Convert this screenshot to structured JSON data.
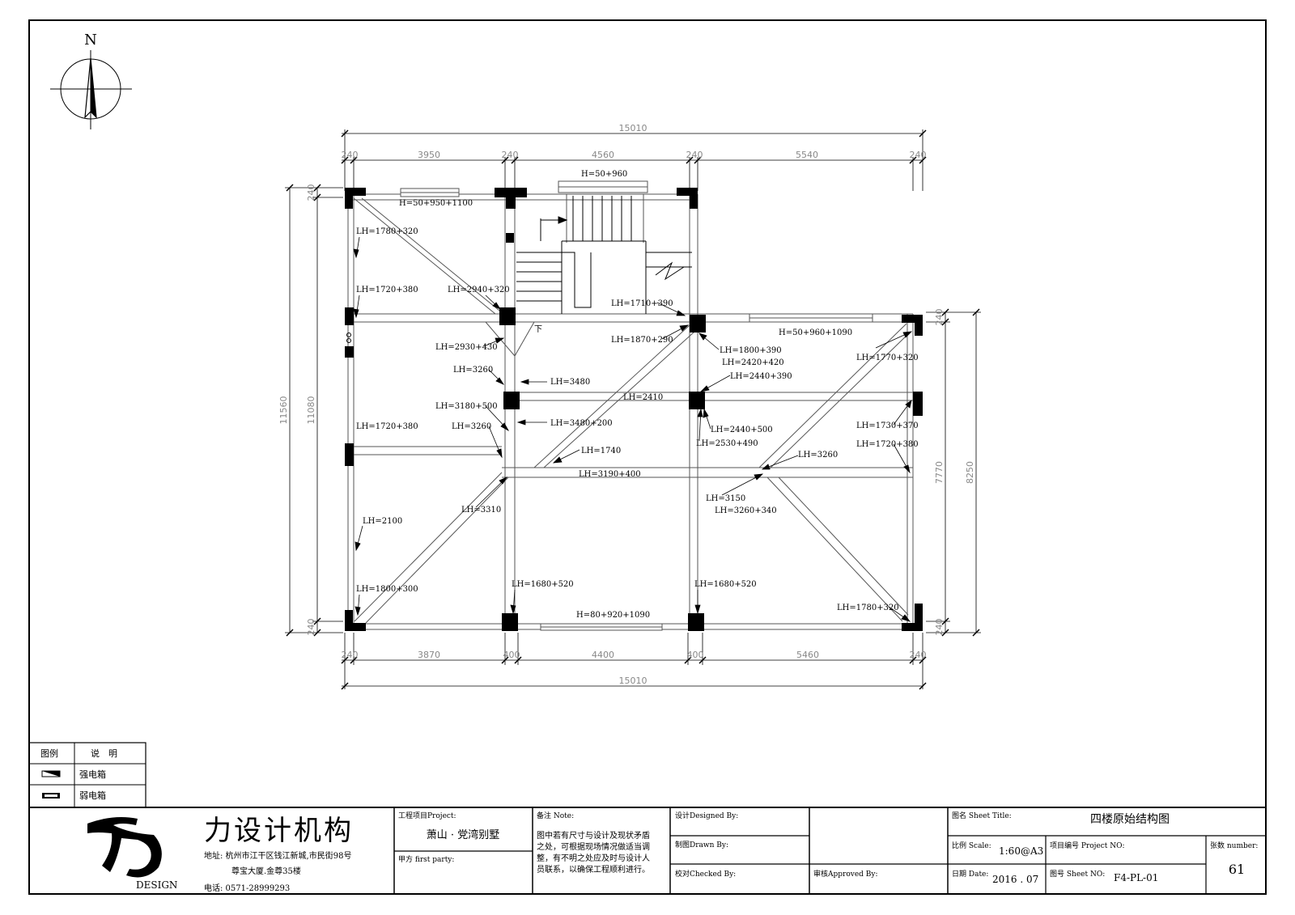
{
  "north": "N",
  "dims": {
    "top_total": "15010",
    "top_segments": [
      "240",
      "3950",
      "240",
      "4560",
      "240",
      "5540",
      "240"
    ],
    "bottom_total": "15010",
    "bottom_segments": [
      "240",
      "3870",
      "400",
      "4400",
      "400",
      "5460",
      "240"
    ],
    "left_outer": "11560",
    "left_inner": "11080",
    "left_top": "240",
    "left_bottom": "240",
    "right_inner": "7770",
    "right_outer": "8250",
    "right_top": "240",
    "right_bottom": "240"
  },
  "windows": {
    "top_left": "H=50+950+1100",
    "top_stair": "H=50+960",
    "right_upper": "H=50+960+1090",
    "bottom_middle": "H=80+920+1090"
  },
  "beams": {
    "b1": "LH=1780+320",
    "b2": "LH=1720+380",
    "b3": "LH=2940+320",
    "b4": "LH=1710+390",
    "b5": "LH=2930+430",
    "b6": "LH=1870+290",
    "b7": "LH=3260",
    "b8": "LH=3480",
    "b9": "LH=1800+390",
    "b10": "LH=2420+420",
    "b11": "LH=2440+390",
    "b12": "LH=1770+320",
    "b13": "LH=3180+500",
    "b14": "LH=2410",
    "b15": "LH=1720+380",
    "b16": "LH=3260",
    "b17": "LH=3480+200",
    "b18": "LH=2440+500",
    "b19": "LH=1730+370",
    "b20": "LH=2530+490",
    "b21": "LH=1720+380",
    "b22": "LH=1740",
    "b23": "LH=3260",
    "b24": "LH=3190+400",
    "b25": "LH=3150",
    "b26": "LH=3260+340",
    "b27": "LH=3310",
    "b28": "LH=2100",
    "b29": "LH=1800+300",
    "b30": "LH=1680+520",
    "b31": "LH=1680+520",
    "b32": "LH=1780+320"
  },
  "stair_mark": "下",
  "legend": {
    "header_symbol": "图例",
    "header_desc": "说　明",
    "row1": "强电箱",
    "row2": "弱电箱"
  },
  "title_block": {
    "company": "力设计机构",
    "logo_text": "DESIGN",
    "address_line1": "地址: 杭州市江干区钱江新城,市民街98号",
    "address_line2": "尊宝大厦.金尊35楼",
    "phone": "电话: 0571-28999293",
    "project_label": "工程项目Project:",
    "project_value": "萧山 · 党湾别墅",
    "client_label": "甲方 first party:",
    "note_label": "备注 Note:",
    "note_text": [
      "图中若有尺寸与设计及现状矛盾",
      "之处，可根据现场情况做适当调",
      "整，有不明之处应及时与设计人",
      "员联系，以确保工程顺利进行。"
    ],
    "designed_label": "设计Designed By:",
    "drawn_label": "制图Drawn By:",
    "checked_label": "校对Checked By:",
    "approved_label": "审核Approved By:",
    "sheet_title_label": "图名 Sheet Title:",
    "sheet_title_value": "四楼原始结构图",
    "scale_label": "比例 Scale:",
    "scale_value": "1:60@A3",
    "project_no_label": "项目编号 Project NO:",
    "number_label": "张数 number:",
    "number_value": "61",
    "date_label": "日期 Date:",
    "date_value": "2016 . 07",
    "sheet_no_label": "图号 Sheet NO:",
    "sheet_no_value": "F4-PL-01"
  }
}
